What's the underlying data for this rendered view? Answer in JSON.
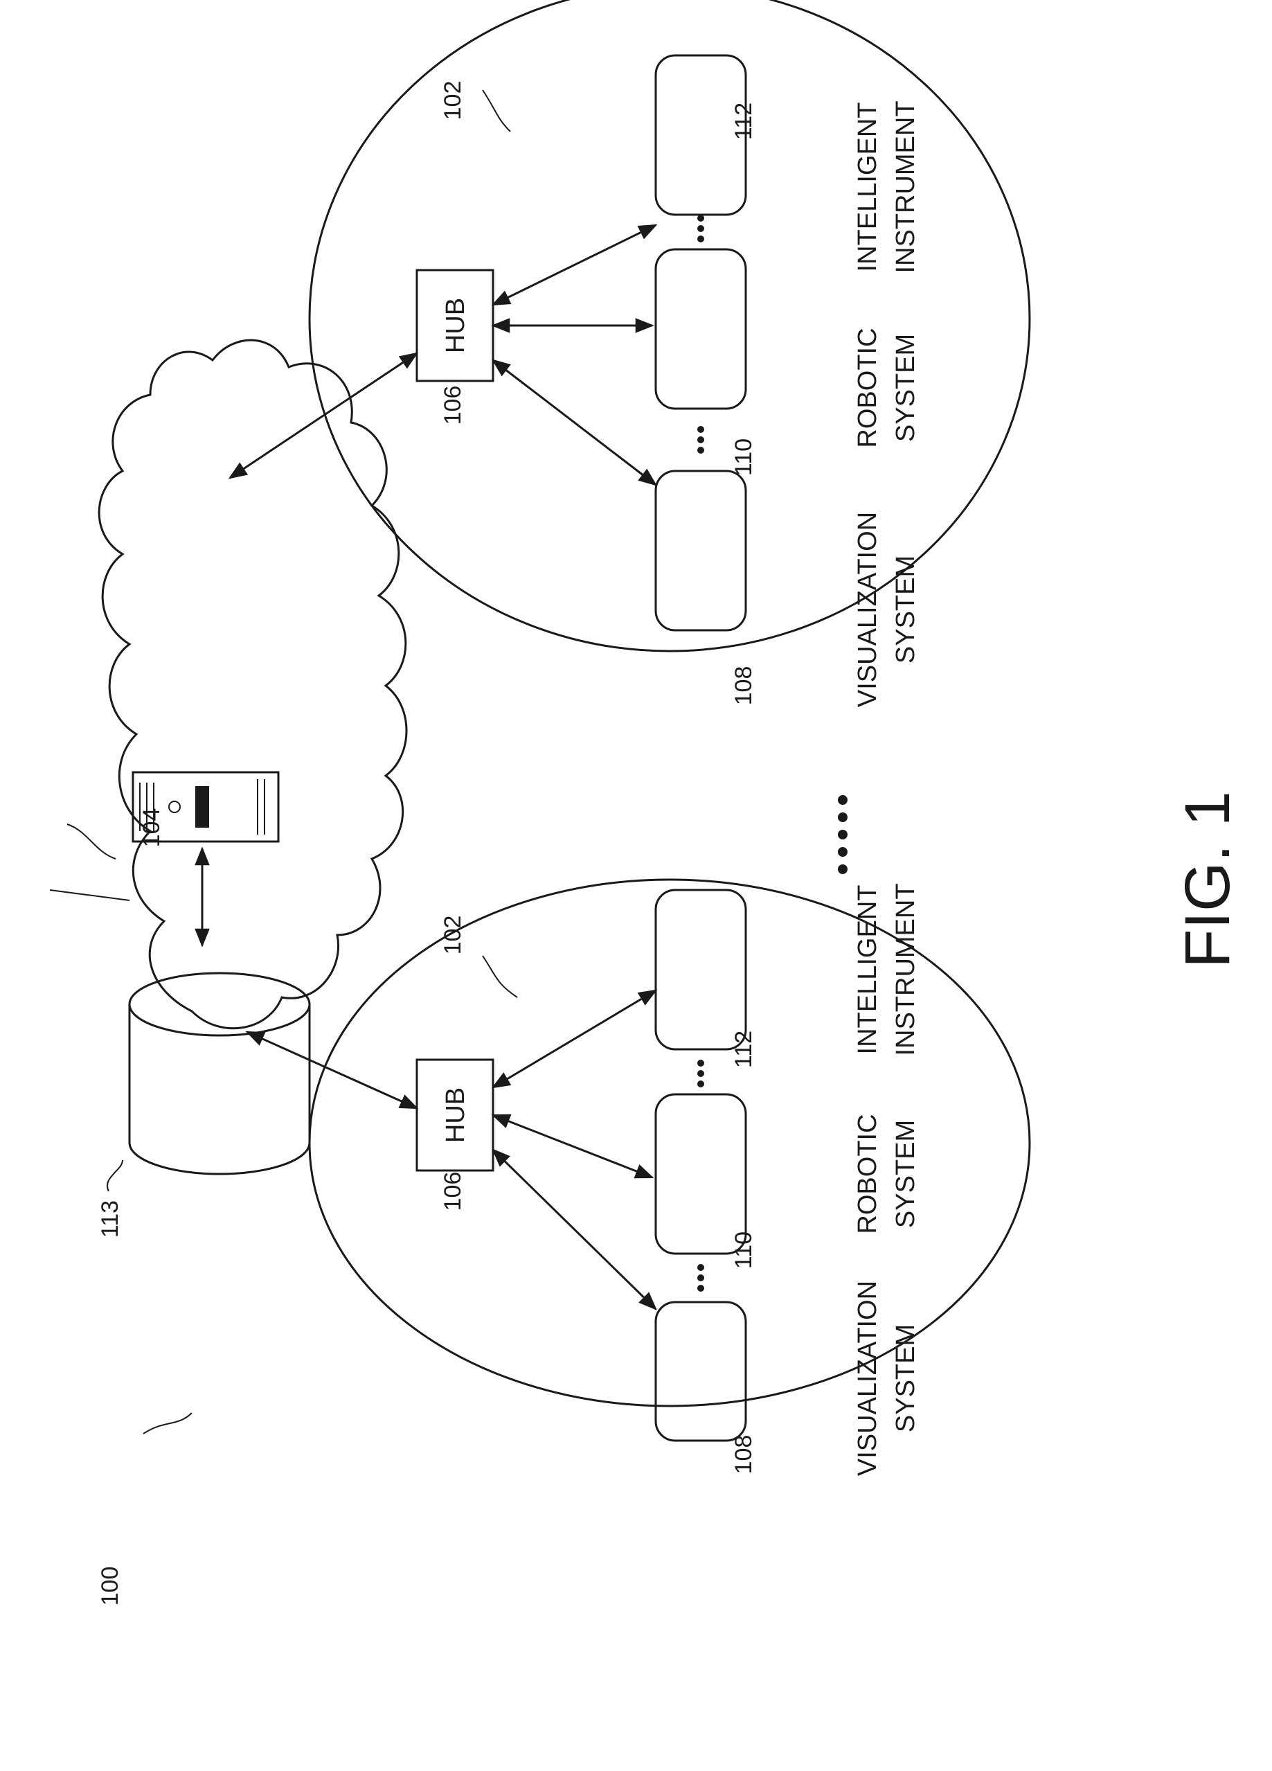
{
  "figure_label": "FIG. 1",
  "references": {
    "system": "100",
    "facility": "102",
    "cloud": "104",
    "hub": "106",
    "visualization": "108",
    "robotic": "110",
    "instrument": "112",
    "storage": "113"
  },
  "labels": {
    "hub": "HUB",
    "visualization_line1": "VISUALIZATION",
    "visualization_line2": "SYSTEM",
    "robotic_line1": "ROBOTIC",
    "robotic_line2": "SYSTEM",
    "instrument_line1": "INTELLIGENT",
    "instrument_line2": "INSTRUMENT"
  }
}
